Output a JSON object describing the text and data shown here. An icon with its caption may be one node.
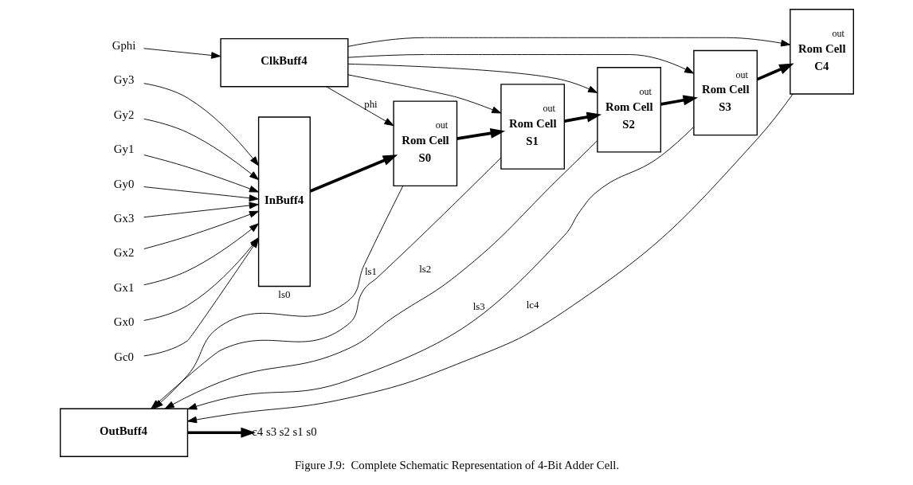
{
  "diagram": {
    "caption": "Figure J.9:  Complete Schematic Representation of 4-Bit Adder Cell.",
    "nodes": [
      {
        "text": [
          "Gphi"
        ]
      },
      {
        "text": [
          "ClkBuff4"
        ]
      },
      {
        "text": [
          "OutBuff4"
        ]
      },
      {
        "text": [
          "c4 s3 s2 s1 s0"
        ]
      },
      {
        "text": [
          "Gy3"
        ]
      },
      {
        "text": [
          "Gy2"
        ]
      },
      {
        "text": [
          "Gy1"
        ]
      },
      {
        "text": [
          "Gy0"
        ]
      },
      {
        "text": [
          "Gx3"
        ]
      },
      {
        "text": [
          "Gx2"
        ]
      },
      {
        "text": [
          "Gx1"
        ]
      },
      {
        "text": [
          "Gx0"
        ]
      },
      {
        "text": [
          "Gc0"
        ]
      },
      {
        "text": [
          "InBuff4"
        ]
      },
      {
        "text": [
          "out",
          "Rom Cell",
          "S0"
        ]
      },
      {
        "text": [
          "out",
          "Rom Cell",
          "S1"
        ]
      },
      {
        "text": [
          "out",
          "Rom Cell",
          "S2"
        ]
      },
      {
        "text": [
          "out",
          "Rom Cell",
          "S3"
        ]
      },
      {
        "text": [
          "out",
          "Rom Cell",
          "C4"
        ]
      }
    ],
    "edges": [
      {
        "from": 0,
        "to": 1,
        "arrow": "to"
      },
      {
        "from": 2,
        "to": 3,
        "arrow": "to",
        "style": "thick"
      },
      {
        "from": 4,
        "to": 13,
        "arrow": "to"
      },
      {
        "from": 5,
        "to": 13,
        "arrow": "to"
      },
      {
        "from": 6,
        "to": 13,
        "arrow": "to"
      },
      {
        "from": 7,
        "to": 13,
        "arrow": "to"
      },
      {
        "from": 8,
        "to": 13,
        "arrow": "to"
      },
      {
        "from": 9,
        "to": 13,
        "arrow": "to"
      },
      {
        "from": 10,
        "to": 13,
        "arrow": "to"
      },
      {
        "from": 11,
        "to": 13,
        "arrow": "to"
      },
      {
        "from": 12,
        "to": 13,
        "arrow": "to"
      },
      {
        "from": 13,
        "to": 14,
        "arrow": "to",
        "style": "thick"
      },
      {
        "from": 14,
        "to": 15,
        "arrow": "to",
        "style": "thick"
      },
      {
        "from": 15,
        "to": 16,
        "arrow": "to",
        "style": "thick"
      },
      {
        "from": 16,
        "to": 17,
        "arrow": "to",
        "style": "thick"
      },
      {
        "from": 17,
        "to": 18,
        "arrow": "to",
        "style": "thick"
      },
      {
        "from": 1,
        "to": 14,
        "arrow": "to",
        "label": "phi"
      },
      {
        "from": 1,
        "to": 15,
        "arrow": "to"
      },
      {
        "from": 1,
        "to": 16,
        "arrow": "to"
      },
      {
        "from": 1,
        "to": 17,
        "arrow": "to"
      },
      {
        "from": 1,
        "to": 18,
        "arrow": "to"
      },
      {
        "from": 14,
        "to": 2,
        "arrow": "to",
        "label": "ls0"
      },
      {
        "from": 15,
        "to": 2,
        "arrow": "to",
        "label": "ls1"
      },
      {
        "from": 16,
        "to": 2,
        "arrow": "to",
        "label": "ls2"
      },
      {
        "from": 17,
        "to": 2,
        "arrow": "to",
        "label": "ls3"
      },
      {
        "from": 18,
        "to": 2,
        "arrow": "to",
        "label": "lc4"
      }
    ]
  }
}
